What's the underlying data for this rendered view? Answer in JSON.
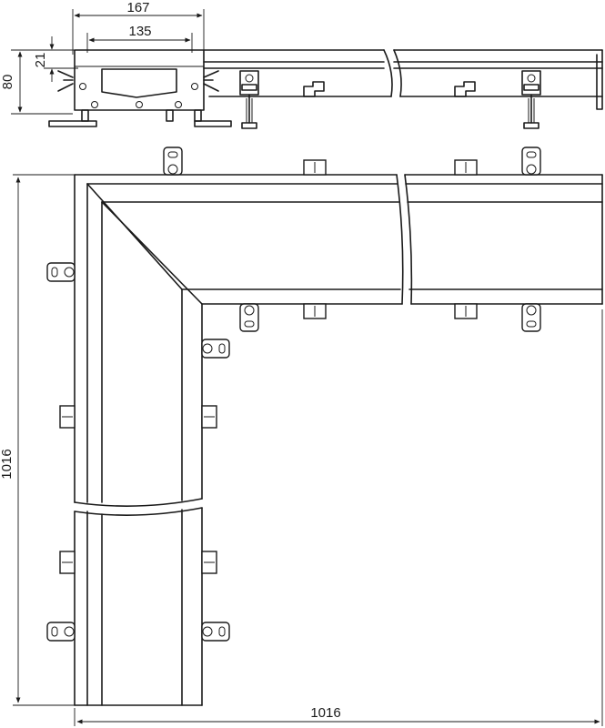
{
  "drawing": {
    "dimensions": {
      "top_width_outer": "167",
      "top_width_inner": "135",
      "grate_depth": "21",
      "channel_height": "80",
      "side_length_vertical": "1016",
      "side_length_horizontal": "1016"
    },
    "colors": {
      "line": "#1a1a1a",
      "background": "#ffffff"
    }
  }
}
